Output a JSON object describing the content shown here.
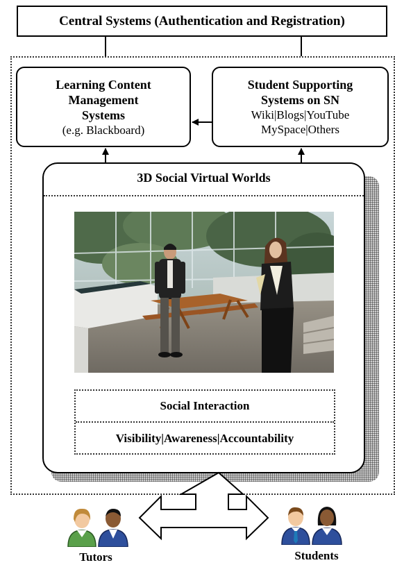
{
  "central": {
    "label": "Central Systems (Authentication and Registration)"
  },
  "lcms": {
    "line1": "Learning Content",
    "line2": "Management",
    "line3": "Systems",
    "line4": "(e.g. Blackboard)"
  },
  "sss": {
    "line1": "Student Supporting",
    "line2": "Systems on SN",
    "line3": "Wiki|Blogs|YouTube",
    "line4": "MySpace|Others"
  },
  "world": {
    "title": "3D Social Virtual Worlds"
  },
  "social": {
    "title": "Social Interaction",
    "subtitle": "Visibility|Awareness|Accountability"
  },
  "people": {
    "tutors": "Tutors",
    "students": "Students"
  },
  "icons": {
    "tutor_female_color": "#5aa04a",
    "tutor_male_color": "#2e4f9c",
    "student_male_color": "#2e4f9c",
    "student_female_color": "#2e4f9c"
  }
}
